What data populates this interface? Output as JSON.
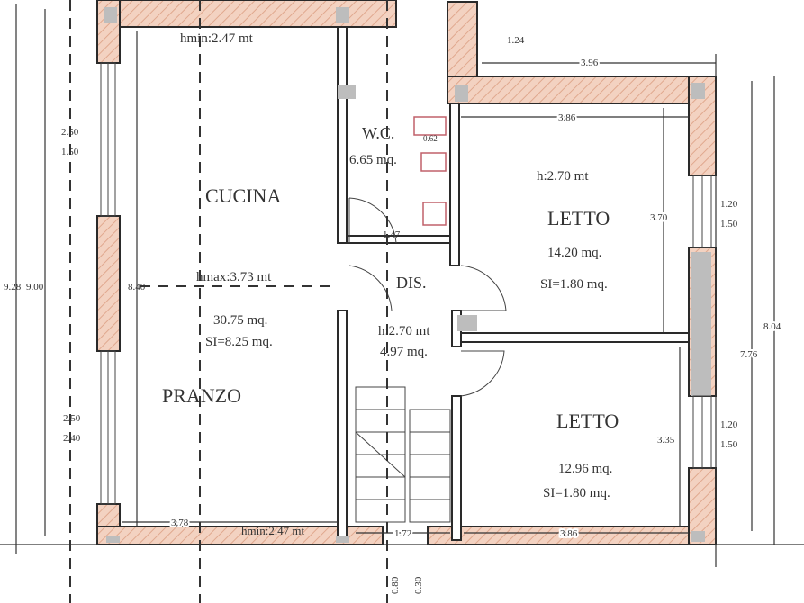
{
  "colors": {
    "wall_fill": "#f3d2c1",
    "wall_hatch": "#e0a88e",
    "line": "#333333",
    "fixture": "#c0606a"
  },
  "rooms": {
    "cucina": {
      "name": "CUCINA",
      "hmax_top": "hmin:2.47 mt",
      "hmax": "hmax:3.73 mt",
      "area": "30.75 mq.",
      "si": "SI=8.25 mq.",
      "hmin_bottom": "hmin:2.47 mt"
    },
    "pranzo": {
      "name": "PRANZO"
    },
    "wc": {
      "name": "W.C.",
      "area": "6.65 mq."
    },
    "dis": {
      "name": "DIS.",
      "height": "h:2.70 mt",
      "area": "4.97 mq."
    },
    "letto1": {
      "name": "LETTO",
      "height": "h:2.70 mt",
      "area": "14.20 mq.",
      "si": "SI=1.80 mq."
    },
    "letto2": {
      "name": "LETTO",
      "area": "12.96 mq.",
      "si": "SI=1.80 mq."
    }
  },
  "dimensions": {
    "total_left_outer": "9.28",
    "total_left_inner": "9.00",
    "kitchen_depth": "8.40",
    "window_top_h": "2.50",
    "window_top_w": "1.50",
    "window_bottom_h": "2.50",
    "window_bottom_w": "2.40",
    "top_step": "1.24",
    "top_width": "3.96",
    "letto1_width": "3.86",
    "letto1_depth": "3.70",
    "window_r1_h": "1.20",
    "window_r1_w": "1.50",
    "window_r2_h": "1.20",
    "window_r2_w": "1.50",
    "right_outer": "8.04",
    "right_inner": "7.76",
    "letto2_depth": "3.35",
    "letto2_width": "3.86",
    "kitchen_width": "3.78",
    "hall_width": "1.72",
    "wc_width": "1.47",
    "wc_small": "0.62",
    "bottom_a": "0.80",
    "bottom_b": "0.30"
  }
}
